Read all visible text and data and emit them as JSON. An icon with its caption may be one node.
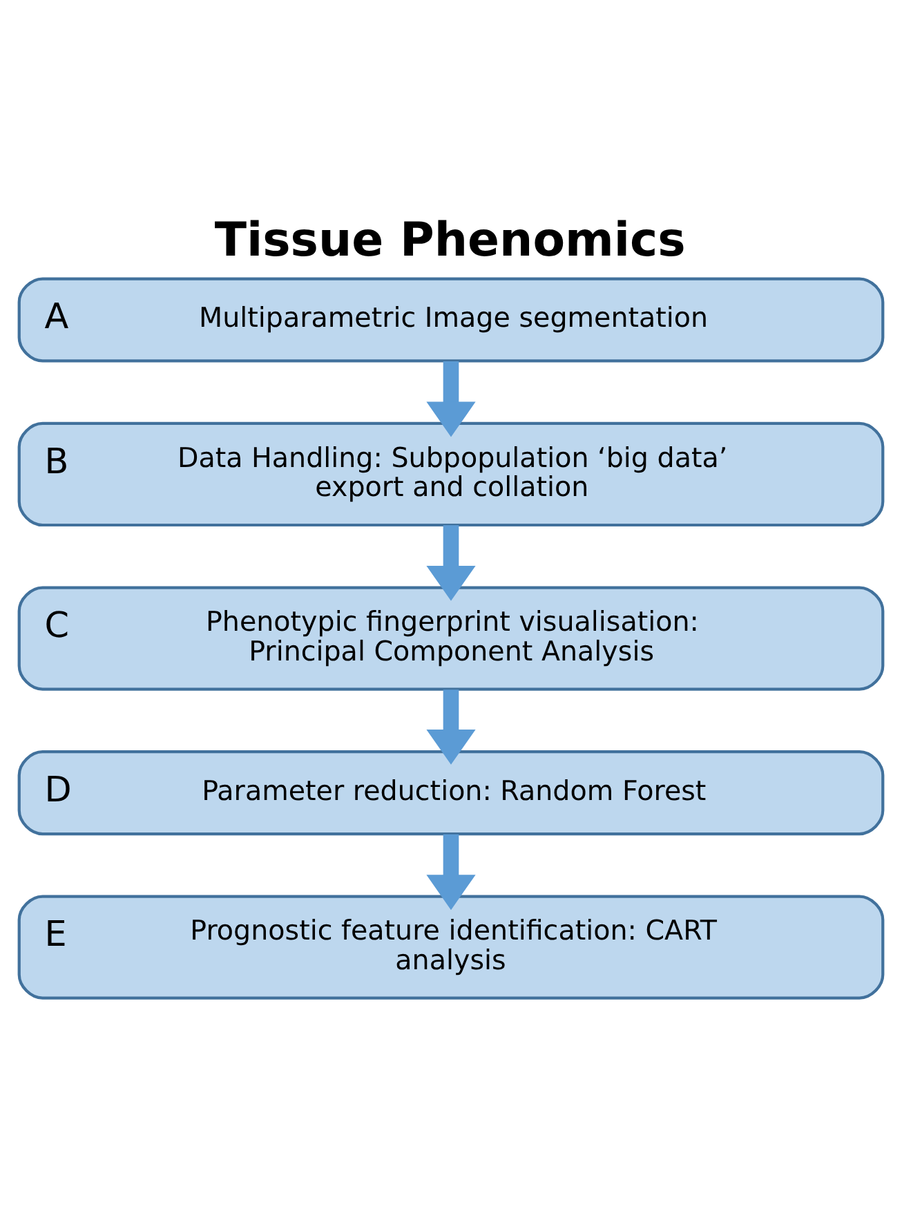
{
  "diagram": {
    "title": "Tissue Phenomics",
    "nodes": [
      {
        "text": [
          "A",
          "Multiparametric Image segmentation"
        ]
      },
      {
        "text": [
          "B",
          "Data Handling: Subpopulation ‘big data’ export and collation"
        ]
      },
      {
        "text": [
          "C",
          "Phenotypic fingerprint visualisation: Principal Component Analysis"
        ]
      },
      {
        "text": [
          "D",
          "Parameter reduction: Random Forest"
        ]
      },
      {
        "text": [
          "E",
          "Prognostic feature identification: CART analysis"
        ]
      }
    ],
    "edges": [
      {
        "from": 0,
        "to": 1,
        "arrow": "to"
      },
      {
        "from": 1,
        "to": 2,
        "arrow": "to"
      },
      {
        "from": 2,
        "to": 3,
        "arrow": "to"
      },
      {
        "from": 3,
        "to": 4,
        "arrow": "to"
      }
    ]
  }
}
